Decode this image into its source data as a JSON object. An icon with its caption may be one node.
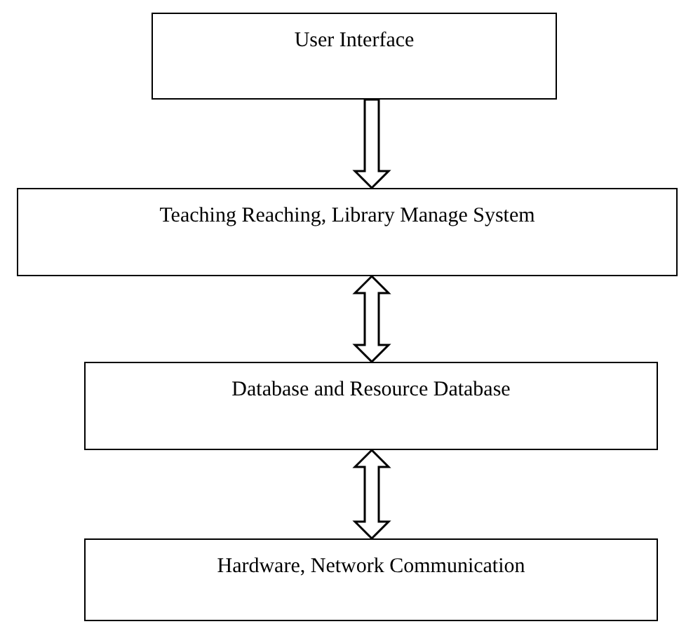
{
  "diagram": {
    "nodes": [
      {
        "text": [
          "User Interface"
        ]
      },
      {
        "text": [
          "Teaching Reaching, Library Manage System"
        ]
      },
      {
        "text": [
          "Database and Resource Database"
        ]
      },
      {
        "text": [
          "Hardware, Network Communication"
        ]
      }
    ],
    "edges": [
      {
        "from": 0,
        "to": 1,
        "arrow": "to"
      },
      {
        "from": 1,
        "to": 2,
        "arrow": "both"
      },
      {
        "from": 2,
        "to": 3,
        "arrow": "both"
      }
    ]
  }
}
